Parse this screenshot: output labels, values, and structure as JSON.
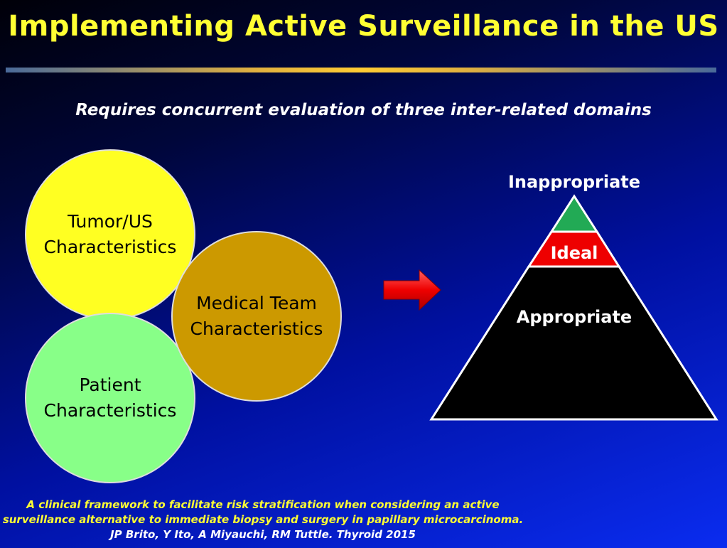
{
  "slide": {
    "title": "Implementing Active Surveillance in the US",
    "subtitle": "Requires concurrent evaluation of three inter-related domains",
    "circles": [
      {
        "line1": "Tumor/US",
        "line2": "Characteristics",
        "color": "#ffff22"
      },
      {
        "line1": "Medical Team",
        "line2": "Characteristics",
        "color": "#cc9900"
      },
      {
        "line1": "Patient",
        "line2": "Characteristics",
        "color": "#88ff88"
      }
    ],
    "pyramid": {
      "top": "Inappropriate",
      "middle": "Ideal",
      "bottom": "Appropriate",
      "colors": {
        "top": "#22aa55",
        "middle": "#ee0000",
        "bottom": "#000000"
      }
    },
    "footer": {
      "line1": "A clinical framework to facilitate risk stratification when considering an active",
      "line2": "surveillance alternative to immediate biopsy and surgery in papillary microcarcinoma.",
      "citation": "JP Brito, Y Ito, A Miyauchi, RM Tuttle.  Thyroid 2015"
    }
  }
}
